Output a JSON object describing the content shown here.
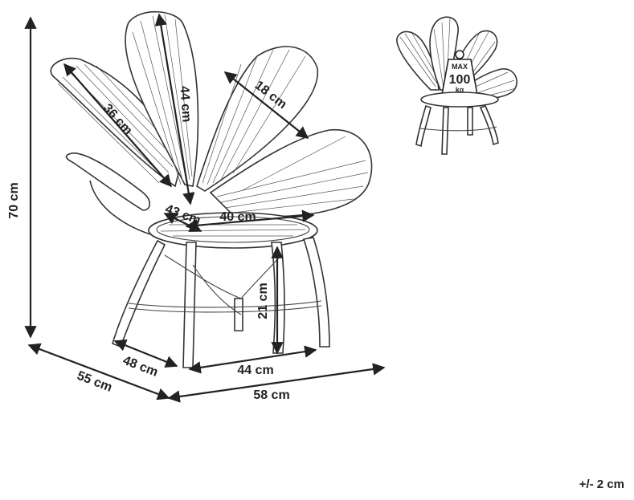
{
  "dimensions": {
    "height": "70 cm",
    "depth": "55 cm",
    "width": "58 cm",
    "seat_depth": "48 cm",
    "leg_span": "44 cm",
    "seat_height": "21 cm",
    "seat_diag": "43 cm",
    "seat_width": "40 cm",
    "petal_left": "36 cm",
    "petal_center": "44 cm",
    "petal_right": "18 cm"
  },
  "weight_badge": {
    "top": "MAX",
    "value": "100",
    "unit": "kg"
  },
  "tolerance": "+/- 2 cm"
}
